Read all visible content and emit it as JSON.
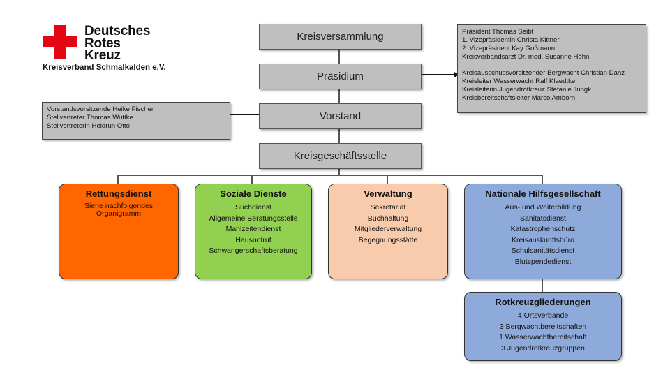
{
  "logo": {
    "lines": [
      "Deutsches",
      "Rotes",
      "Kreuz"
    ],
    "subtitle": "Kreisverband Schmalkalden e.V.",
    "color": "#e30613"
  },
  "hierarchy": {
    "kreisversammlung": "Kreisversammlung",
    "praesidium": "Präsidium",
    "vorstand": "Vorstand",
    "geschaeftsstelle": "Kreisgeschäftsstelle"
  },
  "praesidium_members": [
    "Präsident Thomas Seibt",
    "1. Vizepräsidentin Christa Kittner",
    "2. Vizepräsident Kay Goßmann",
    "Kreisverbandsarzt  Dr. med. Susanne Höhn",
    "",
    "Kreisausschussvorsitzender  Bergwacht Christian Danz",
    "Kreisleiter Wasserwacht Ralf Klaedtke",
    "Kreisleiterin Jugendrotkreuz  Stefanie Jungk",
    "Kreisbereitschaftsleiter Marco Amborn"
  ],
  "vorstand_members": [
    "Vorstandsvorsitzende  Heike Fischer",
    "Stellvertreter  Thomas  Wuttke",
    "Stellvertreterin  Heidrun  Otto"
  ],
  "departments": [
    {
      "title": "Rettungsdienst",
      "color": "#ff6600",
      "items": [
        "Siehe nachfolgendes Organigramm"
      ]
    },
    {
      "title": "Soziale Dienste",
      "color": "#92d050",
      "items": [
        "Suchdienst",
        "Allgemeine Beratungsstelle",
        "Mahlzeitendienst",
        "Hausnotruf",
        "Schwangerschaftsberatung"
      ]
    },
    {
      "title": "Verwaltung",
      "color": "#f8cbad",
      "items": [
        "Sekretariat",
        "Buchhaltung",
        "Mitgliederverwaltung",
        "Begegnungsstätte"
      ]
    },
    {
      "title": "Nationale Hilfsgesellschaft",
      "color": "#8eaadb",
      "items": [
        "Aus- und Weiterbildung",
        "Sanitätsdienst",
        "Katastrophenschutz",
        "Kreisauskunftsbüro",
        "Schulsanitätsdienst",
        "Blutspendedienst"
      ]
    }
  ],
  "gliederungen": {
    "title": "Rotkreuzgliederungen",
    "color": "#8eaadb",
    "items": [
      "4 Ortsverbände",
      "3 Bergwachtbereitschaften",
      "1 Wasserwachtbereitschaft",
      "3 Jugendrotkreuzgruppen"
    ]
  }
}
